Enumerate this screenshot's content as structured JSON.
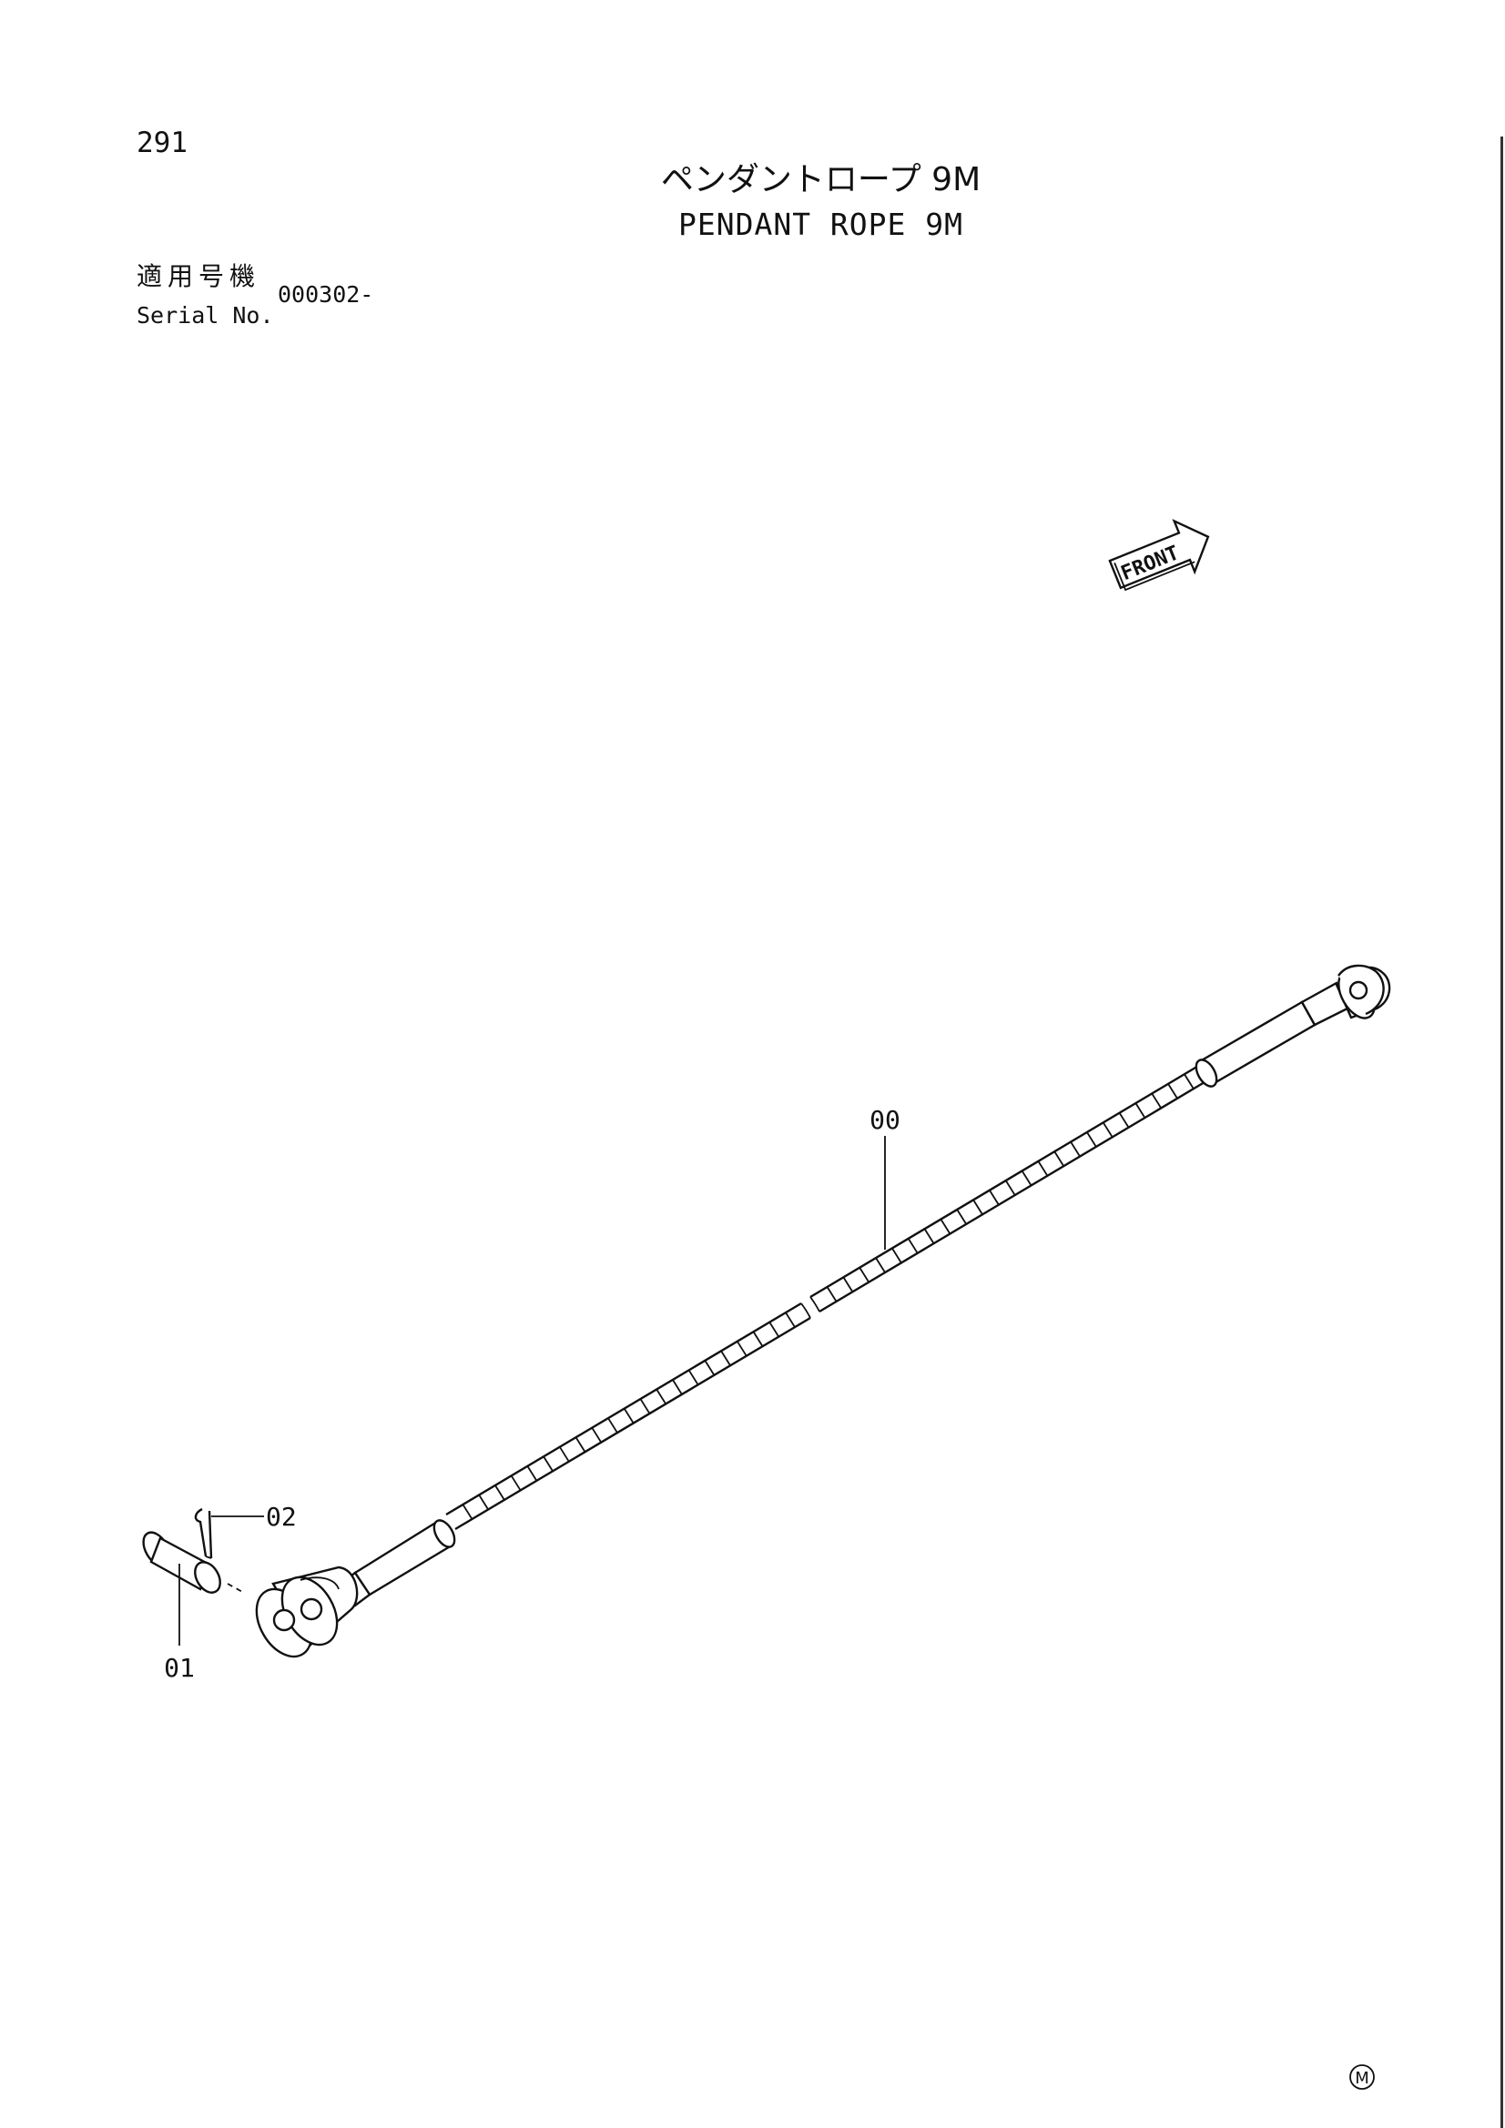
{
  "page": {
    "number": "291",
    "title_jp": "ペンダントロープ 9M",
    "title_en": "PENDANT ROPE 9M",
    "serial_label_jp": "適用号機",
    "serial_label_en": "Serial No.",
    "serial_value": "000302-",
    "front_label": "FRONT",
    "mark": "M"
  },
  "callouts": [
    {
      "id": "00",
      "label": "00"
    },
    {
      "id": "01",
      "label": "01"
    },
    {
      "id": "02",
      "label": "02"
    }
  ]
}
